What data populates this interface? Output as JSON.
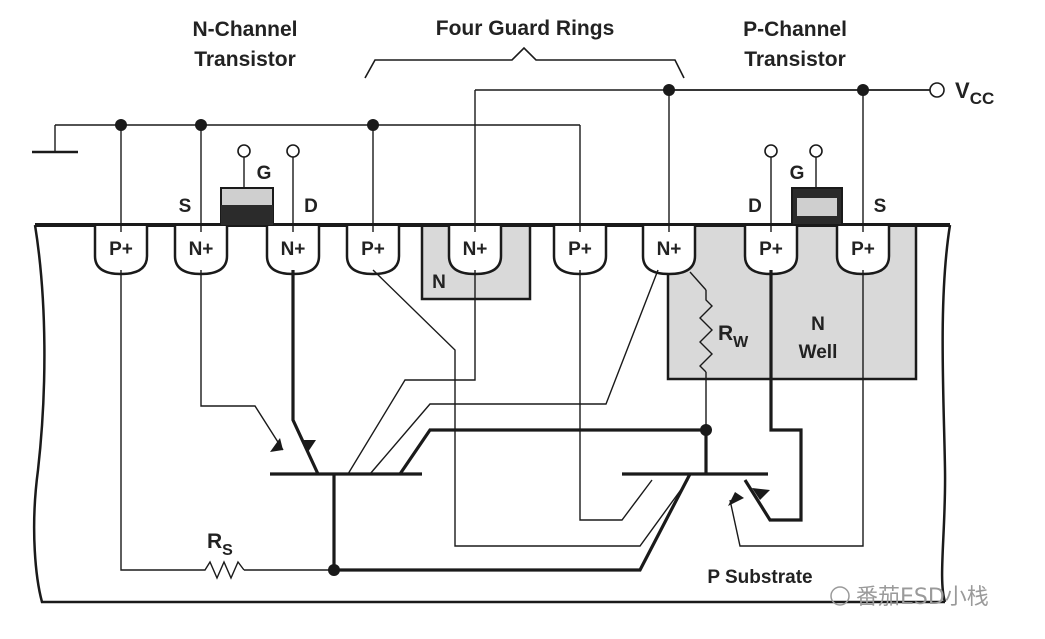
{
  "title_n": [
    "N-Channel",
    "Transistor"
  ],
  "title_guard": "Four Guard Rings",
  "title_p": [
    "P-Channel",
    "Transistor"
  ],
  "vcc": {
    "base": "V",
    "sub": "CC"
  },
  "labels": {
    "s_left": "S",
    "g_left": "G",
    "d_left": "D",
    "d_right": "D",
    "g_right": "G",
    "s_right": "S",
    "n_region": "N",
    "nwell": [
      "N",
      "Well"
    ],
    "rw": {
      "base": "R",
      "sub": "W"
    },
    "rs": {
      "base": "R",
      "sub": "S"
    },
    "substrate": "P Substrate"
  },
  "diffusions": [
    "P+",
    "N+",
    "N+",
    "P+",
    "N+",
    "P+",
    "N+",
    "P+",
    "P+"
  ],
  "watermark": "番茄ESD小栈",
  "colors": {
    "line": "#1a1a1a",
    "well_fill": "#d9d9d9",
    "gate_fill": "#2b2b2b",
    "gate_light": "#cfcfcf"
  }
}
